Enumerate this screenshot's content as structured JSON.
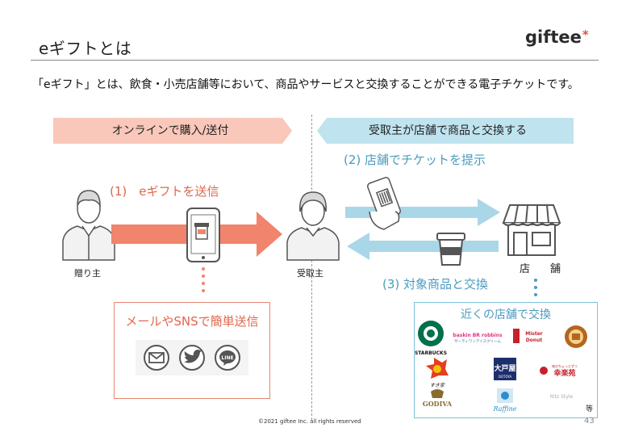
{
  "header": {
    "title": "eギフトとは",
    "logo_text": "giftee",
    "logo_star": "*"
  },
  "intro": "「eギフト」とは、飲食・小売店舗等において、商品やサービスと交換することができる電子チケットです。",
  "bands": {
    "left": "オンラインで購入/送付",
    "right": "受取主が店舗で商品と交換する"
  },
  "people": {
    "sender": "贈り主",
    "receiver": "受取主"
  },
  "steps": {
    "send": "(1)　eギフトを送信",
    "present": "(2) 店舗でチケットを提示",
    "exchange": "(3) 対象商品と交換"
  },
  "store_label": "店　舗",
  "mail_box": {
    "title": "メールやSNSで簡単送信",
    "icons": [
      "mail-icon",
      "twitter-icon",
      "line-icon"
    ]
  },
  "shop_box": {
    "title": "近くの店舗で交換",
    "brands": [
      {
        "name": "STARBUCKS",
        "color": "#00704a"
      },
      {
        "name": "baskin-robbins",
        "color": "#e0367f"
      },
      {
        "name": "Mister Donut",
        "color": "#c8202b"
      },
      {
        "name": "cafe-seal",
        "color": "#b4651e"
      },
      {
        "name": "Sukiya",
        "color": "#e33f22"
      },
      {
        "name": "OOTOYA",
        "color": "#1c2e6c"
      },
      {
        "name": "幸楽苑",
        "color": "#c8202b"
      },
      {
        "name": "GODIVA",
        "color": "#8a6a2f"
      },
      {
        "name": "Raffine",
        "color": "#2e8fc8"
      },
      {
        "name": "style",
        "color": "#aaaaaa"
      }
    ],
    "etc": "等"
  },
  "footer": "©2021 giftee Inc. all rights reserved",
  "page_number": "43",
  "colors": {
    "orange": "#f0846c",
    "orange_light": "#f9c8ba",
    "blue": "#9fd3e4",
    "blue_text": "#4a9bbf"
  }
}
